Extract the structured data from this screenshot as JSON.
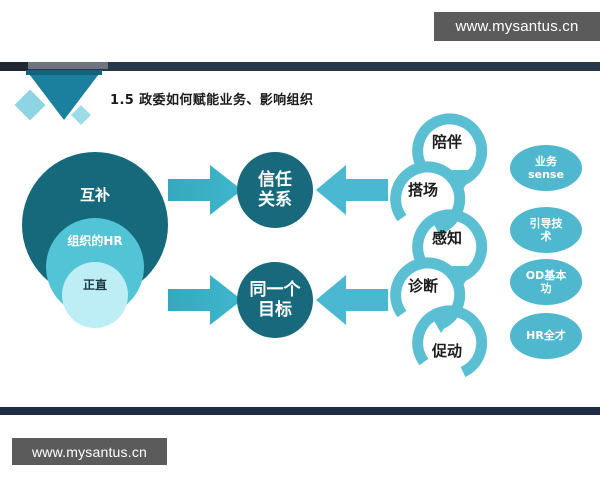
{
  "watermarks": {
    "top": "www.mysantus.cn",
    "bottom": "www.mysantus.cn"
  },
  "slide": {
    "title": "1.5 政委如何赋能业务、影响组织"
  },
  "venn": {
    "outer_label": "互补",
    "mid_label": "组织的HR",
    "inner_label": "正直"
  },
  "hubs": [
    {
      "line1": "信任",
      "line2": "关系"
    },
    {
      "line1": "同一个",
      "line2": "目标"
    }
  ],
  "flow_steps": [
    {
      "label": "陪伴"
    },
    {
      "label": "搭场"
    },
    {
      "label": "感知"
    },
    {
      "label": "诊断"
    },
    {
      "label": "促动"
    }
  ],
  "skills": [
    {
      "line1": "业务",
      "line2": "sense"
    },
    {
      "line1": "引导技",
      "line2": "术"
    },
    {
      "line1": "OD基本",
      "line2": "功"
    },
    {
      "line1": "HR全才",
      "line2": ""
    }
  ],
  "colors": {
    "dark_teal": "#15697b",
    "mid_cyan": "#53c3d6",
    "light_cyan": "#bdeef5",
    "flow_arrow": "#5bbfd4",
    "skill_fill": "#4fb8cf",
    "bar_navy": "#29374a",
    "bottom_navy": "#1e2d44",
    "watermark_gray": "#5b5b5b",
    "triangle_teal": "#1b7f9e"
  }
}
